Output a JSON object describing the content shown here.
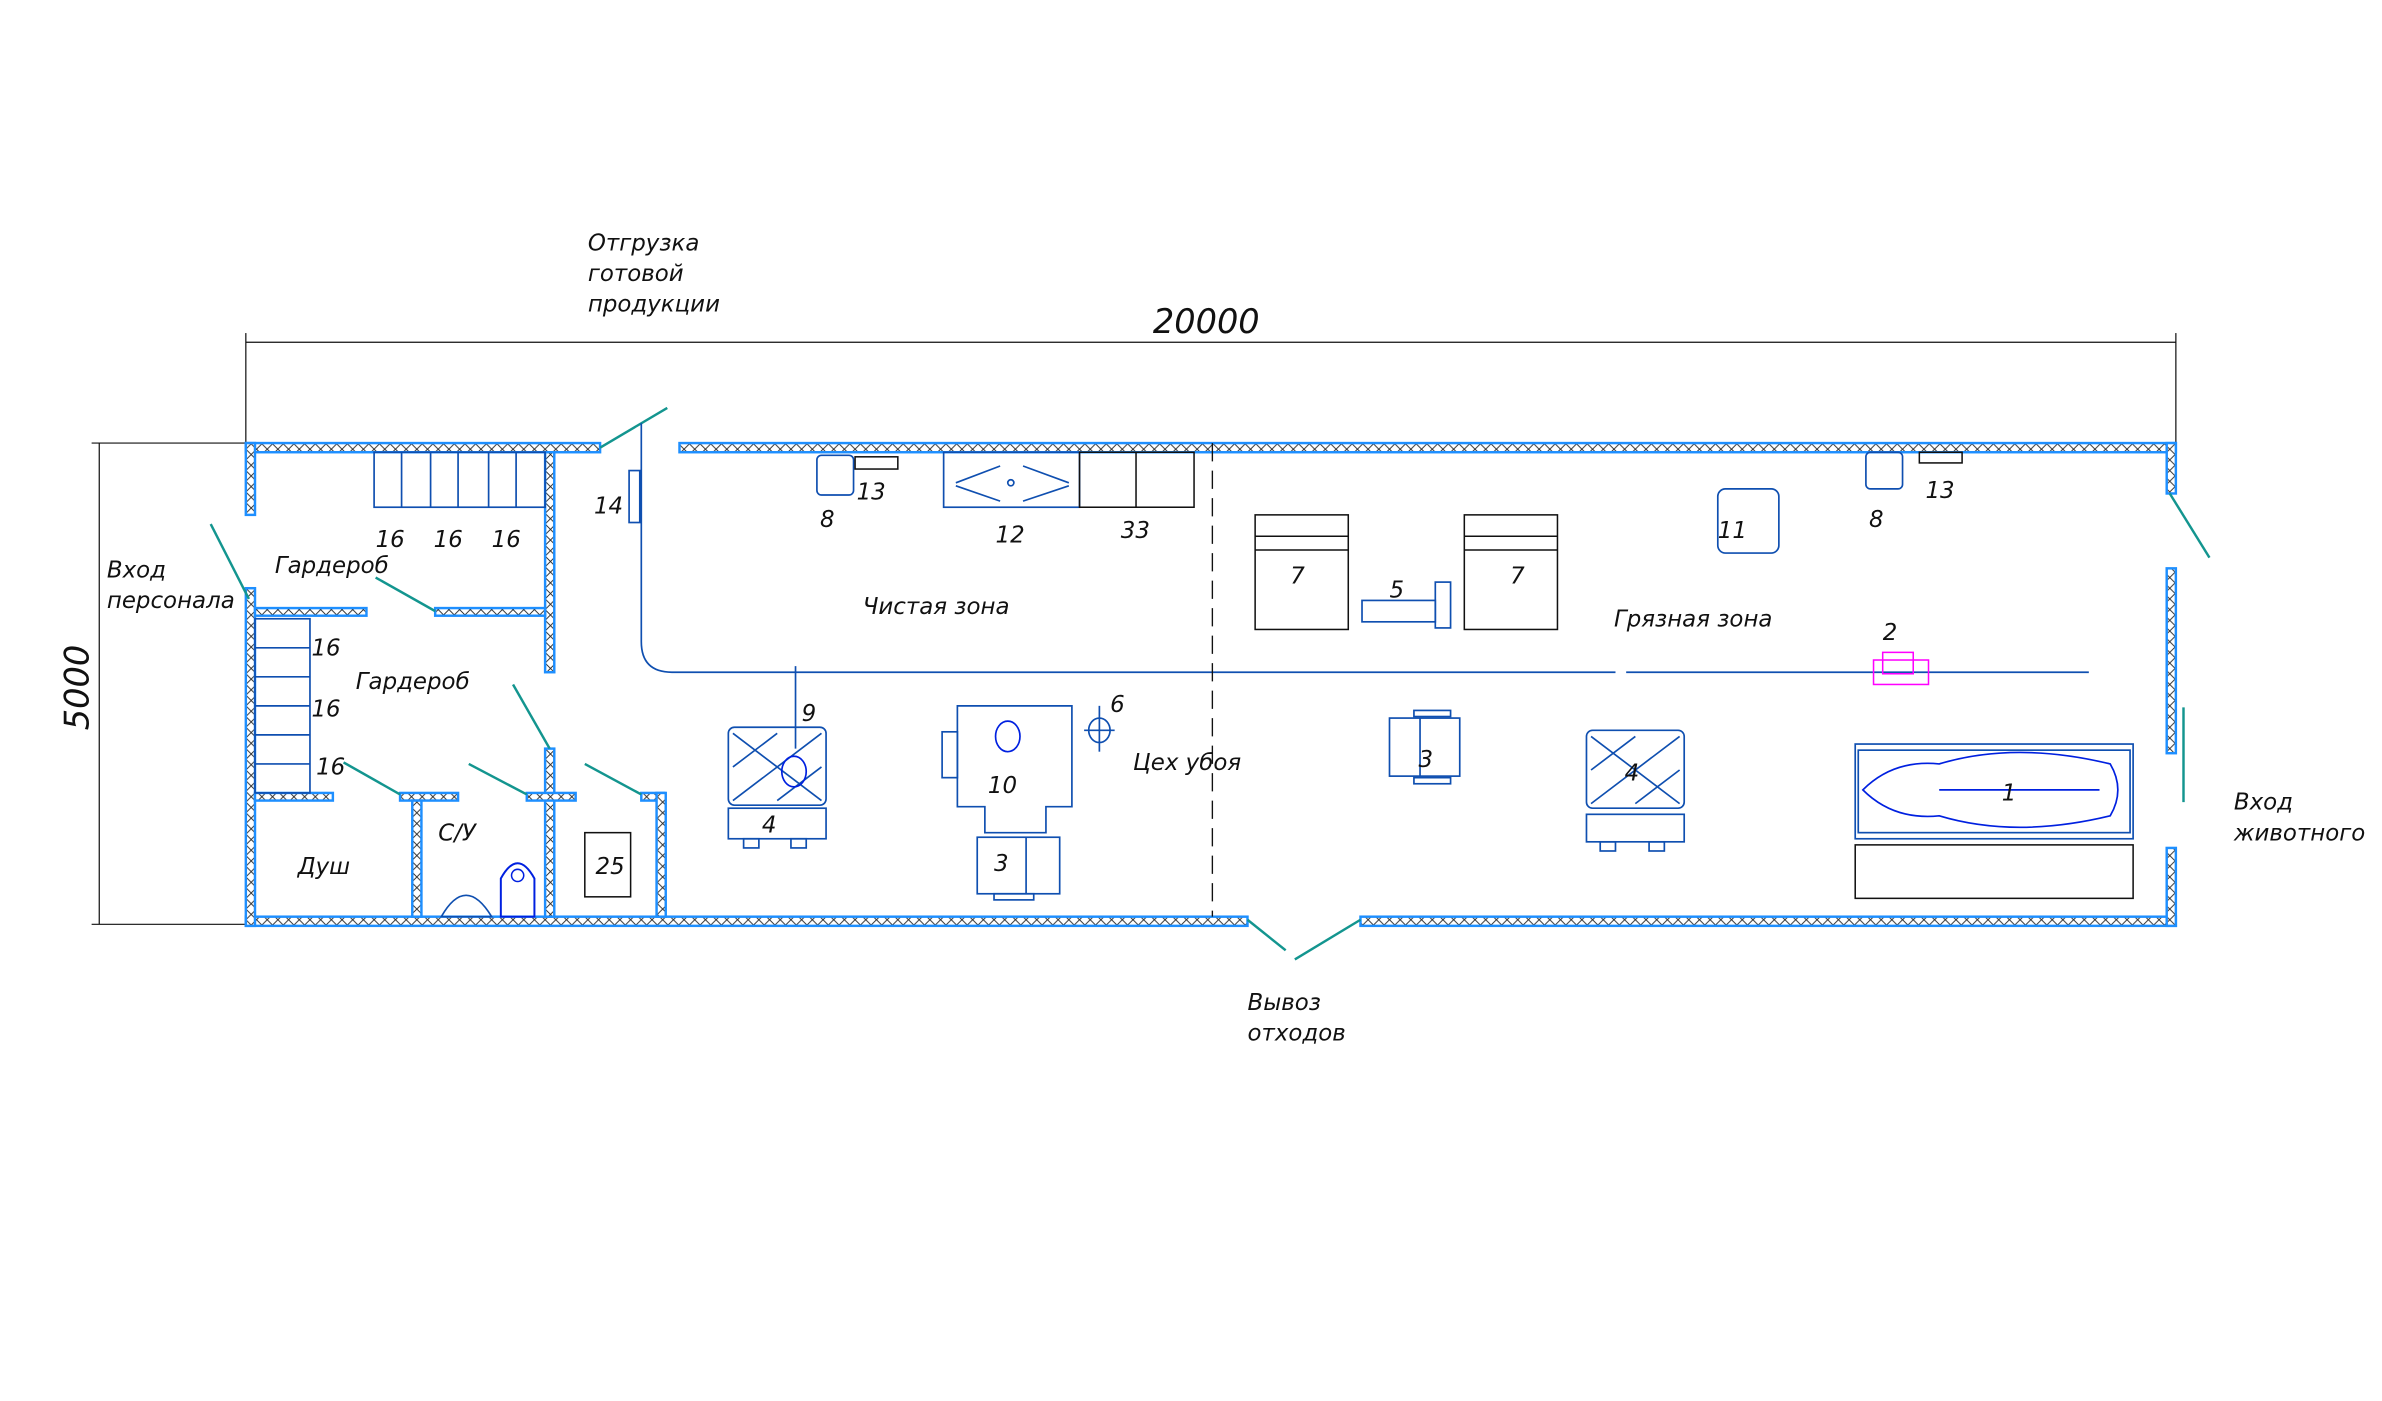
{
  "dimensions": {
    "length": "20000",
    "width": "5000"
  },
  "openings": {
    "shipping": [
      "Отгрузка",
      "готовой",
      "продукции"
    ],
    "staff_entry": [
      "Вход",
      "персонала"
    ],
    "animal_entry": [
      "Вход",
      "животного"
    ],
    "waste_removal": [
      "Вывоз",
      "отходов"
    ]
  },
  "rooms": {
    "wardrobe_1": "Гардероб",
    "wardrobe_2": "Гардероб",
    "shower": "Душ",
    "toilet": "С/У",
    "clean_zone": "Чистая зона",
    "dirty_zone": "Грязная зона",
    "slaughter_shop": "Цех убоя"
  },
  "equipment_labels": {
    "locker_top_1": "16",
    "locker_top_2": "16",
    "locker_top_3": "16",
    "locker_left_1": "16",
    "locker_left_2": "16",
    "locker_left_3": "16",
    "item_25": "25",
    "item_14": "14",
    "sink_clean": "8",
    "dispenser_clean": "13",
    "table_12": "12",
    "cabinet_33": "33",
    "hoist_9": "9",
    "scale_6": "6",
    "platform_10": "10",
    "tank_4_clean": "4",
    "cart_3_clean": "3",
    "bath_7_a": "7",
    "pump_5": "5",
    "bath_7_b": "7",
    "item_11": "11",
    "sink_dirty": "8",
    "dispenser_dirty": "13",
    "hoist_2": "2",
    "cart_3_dirty": "3",
    "tank_4_dirty": "4",
    "stun_box_1": "1"
  },
  "colors": {
    "wall": "#1e8fff",
    "door": "#13958f",
    "equipment": "#0f4fb0",
    "hoist": "#ff00ff"
  }
}
